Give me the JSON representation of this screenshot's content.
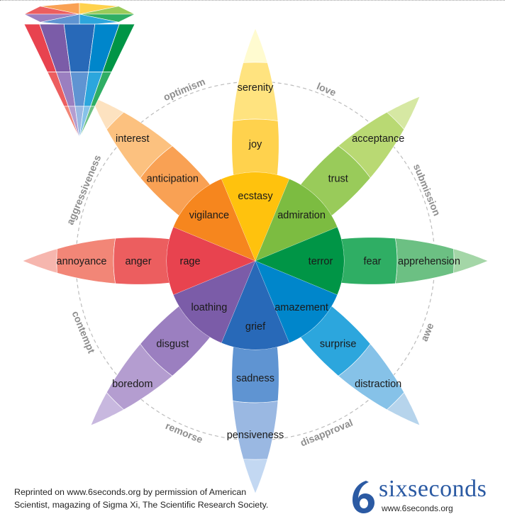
{
  "colors": {
    "joy": [
      "#fffbd0",
      "#ffe37f",
      "#ffd24d",
      "#ffc20d"
    ],
    "trust": [
      "#d6e8a3",
      "#b9d973",
      "#99cb5a",
      "#7cbc41"
    ],
    "fear": [
      "#a4d6a7",
      "#6cc083",
      "#2fae64",
      "#009546"
    ],
    "surprise": [
      "#b6d4ec",
      "#86c2e8",
      "#2ca6dd",
      "#0086cb"
    ],
    "sadness": [
      "#c3d8f2",
      "#9ab8e2",
      "#5f94d2",
      "#2869b8"
    ],
    "disgust": [
      "#c8b8df",
      "#b49dd0",
      "#9b7fc0",
      "#7b5ca8"
    ],
    "anger": [
      "#f6b6ae",
      "#f28677",
      "#ec5e5f",
      "#e8434f"
    ],
    "anticipation": [
      "#fde2c0",
      "#fcc17f",
      "#f9a154",
      "#f6861e"
    ]
  },
  "petals": [
    {
      "key": "joy",
      "mild": "serenity",
      "basic": "joy",
      "intense": "ecstasy"
    },
    {
      "key": "trust",
      "mild": "acceptance",
      "basic": "trust",
      "intense": "admiration"
    },
    {
      "key": "fear",
      "mild": "apprehension",
      "basic": "fear",
      "intense": "terror"
    },
    {
      "key": "surprise",
      "mild": "distraction",
      "basic": "surprise",
      "intense": "amazement"
    },
    {
      "key": "sadness",
      "mild": "pensiveness",
      "basic": "sadness",
      "intense": "grief"
    },
    {
      "key": "disgust",
      "mild": "boredom",
      "basic": "disgust",
      "intense": "loathing"
    },
    {
      "key": "anger",
      "mild": "annoyance",
      "basic": "anger",
      "intense": "rage"
    },
    {
      "key": "anticipation",
      "mild": "interest",
      "basic": "anticipation",
      "intense": "vigilance"
    }
  ],
  "dyads": [
    "love",
    "submission",
    "awe",
    "disapproval",
    "remorse",
    "contempt",
    "aggressiveness",
    "optimism"
  ],
  "credit": {
    "line1": "Reprinted on www.6seconds.org by permission of American",
    "line2": "Scientist, magazing of Sigma Xi, The Scientific Research Society."
  },
  "logo": {
    "name": "sixseconds",
    "url": "www.6seconds.org",
    "color": "#2b5aa3"
  }
}
